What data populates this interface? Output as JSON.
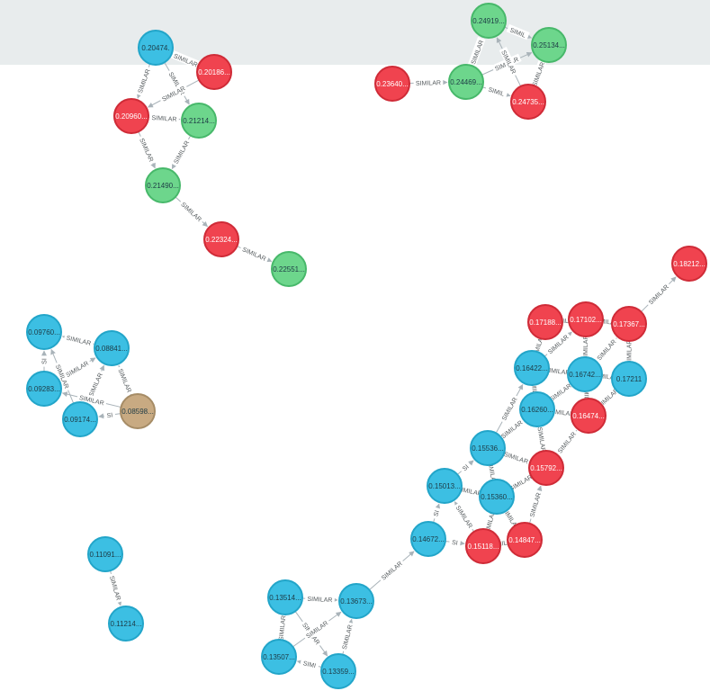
{
  "colors": {
    "blue_fill": "#3cbfe3",
    "blue_stroke": "#22a5c9",
    "red_fill": "#f0434f",
    "red_stroke": "#cf2b37",
    "green_fill": "#6dd68c",
    "green_stroke": "#47b86a",
    "tan_fill": "#c8aa82",
    "tan_stroke": "#a68c66",
    "top_band": "#e8eced"
  },
  "relationship_label": "SIMILAR",
  "nodes": [
    {
      "id": "n1",
      "label": "0.20474.",
      "color": "blue"
    },
    {
      "id": "n2",
      "label": "0.20186...",
      "color": "red"
    },
    {
      "id": "n3",
      "label": "0.20960...",
      "color": "red"
    },
    {
      "id": "n4",
      "label": "0.21214...",
      "color": "green"
    },
    {
      "id": "n5",
      "label": "0.21490...",
      "color": "green"
    },
    {
      "id": "n6",
      "label": "0.22324...",
      "color": "red"
    },
    {
      "id": "n7",
      "label": "0.22551...",
      "color": "green"
    },
    {
      "id": "n8",
      "label": "0.24919...",
      "color": "green"
    },
    {
      "id": "n9",
      "label": "0.25134...",
      "color": "green"
    },
    {
      "id": "n10",
      "label": "0.23640...",
      "color": "red"
    },
    {
      "id": "n11",
      "label": "0.24469...",
      "color": "green"
    },
    {
      "id": "n12",
      "label": "0.24735...",
      "color": "red"
    },
    {
      "id": "n13",
      "label": "0.18212...",
      "color": "red"
    },
    {
      "id": "n14",
      "label": "0.09760...",
      "color": "blue"
    },
    {
      "id": "n15",
      "label": "0.08841...",
      "color": "blue"
    },
    {
      "id": "n16",
      "label": "0.09283...",
      "color": "blue"
    },
    {
      "id": "n17",
      "label": "0.08598...",
      "color": "tan"
    },
    {
      "id": "n18",
      "label": "0.09174...",
      "color": "blue"
    },
    {
      "id": "n19",
      "label": "0.17188...",
      "color": "red"
    },
    {
      "id": "n20",
      "label": "0.17102...",
      "color": "red"
    },
    {
      "id": "n21",
      "label": "0.17367...",
      "color": "red"
    },
    {
      "id": "n22",
      "label": "0.16422...",
      "color": "blue"
    },
    {
      "id": "n23",
      "label": "0.16742...",
      "color": "blue"
    },
    {
      "id": "n24",
      "label": "0.17211",
      "color": "blue"
    },
    {
      "id": "n25",
      "label": "0.16260...",
      "color": "blue"
    },
    {
      "id": "n26",
      "label": "0.16474...",
      "color": "red"
    },
    {
      "id": "n27",
      "label": "0.15536...",
      "color": "blue"
    },
    {
      "id": "n28",
      "label": "0.15792...",
      "color": "red"
    },
    {
      "id": "n29",
      "label": "0.15013...",
      "color": "blue"
    },
    {
      "id": "n30",
      "label": "0.15360...",
      "color": "blue"
    },
    {
      "id": "n31",
      "label": "0.14672...",
      "color": "blue"
    },
    {
      "id": "n32",
      "label": "0.15118...",
      "color": "red"
    },
    {
      "id": "n33",
      "label": "0.14847...",
      "color": "red"
    },
    {
      "id": "n34",
      "label": "0.11091...",
      "color": "blue"
    },
    {
      "id": "n35",
      "label": "0.11214...",
      "color": "blue"
    },
    {
      "id": "n36",
      "label": "0.13514...",
      "color": "blue"
    },
    {
      "id": "n37",
      "label": "0.13673...",
      "color": "blue"
    },
    {
      "id": "n38",
      "label": "0.13507...",
      "color": "blue"
    },
    {
      "id": "n39",
      "label": "0.13359...",
      "color": "blue"
    }
  ],
  "edges": [
    {
      "from": "n2",
      "to": "n1",
      "label": "SIMILAR"
    },
    {
      "from": "n1",
      "to": "n3",
      "label": "SIMILAR"
    },
    {
      "from": "n1",
      "to": "n4",
      "label": "SIMILAR"
    },
    {
      "from": "n2",
      "to": "n3",
      "label": "SIMILAR"
    },
    {
      "from": "n3",
      "to": "n4",
      "label": "SIMILAR"
    },
    {
      "from": "n3",
      "to": "n5",
      "label": "SIMILAR"
    },
    {
      "from": "n4",
      "to": "n5",
      "label": "SIMILAR"
    },
    {
      "from": "n5",
      "to": "n6",
      "label": "SIMILAR"
    },
    {
      "from": "n6",
      "to": "n7",
      "label": "SIMILAR"
    },
    {
      "from": "n10",
      "to": "n11",
      "label": "SIMILAR"
    },
    {
      "from": "n11",
      "to": "n8",
      "label": "SIMILAR"
    },
    {
      "from": "n8",
      "to": "n9",
      "label": "SIMIL"
    },
    {
      "from": "n11",
      "to": "n9",
      "label": "SIMILAR"
    },
    {
      "from": "n11",
      "to": "n12",
      "label": "SIMIL"
    },
    {
      "from": "n12",
      "to": "n9",
      "label": "SIMILAR"
    },
    {
      "from": "n12",
      "to": "n8",
      "label": "SIMILAR"
    },
    {
      "from": "n21",
      "to": "n13",
      "label": "SIMILAR"
    },
    {
      "from": "n15",
      "to": "n14",
      "label": "SIMILAR"
    },
    {
      "from": "n16",
      "to": "n14",
      "label": "SI"
    },
    {
      "from": "n18",
      "to": "n15",
      "label": "SIMILAR"
    },
    {
      "from": "n16",
      "to": "n15",
      "label": "SIMILAR"
    },
    {
      "from": "n17",
      "to": "n16",
      "label": "SIMILAR"
    },
    {
      "from": "n17",
      "to": "n18",
      "label": "SI"
    },
    {
      "from": "n17",
      "to": "n15",
      "label": "SIMILAR"
    },
    {
      "from": "n18",
      "to": "n14",
      "label": "SIMILAR"
    },
    {
      "from": "n19",
      "to": "n20",
      "label": "SIMILAR"
    },
    {
      "from": "n20",
      "to": "n21",
      "label": "SIMILAR"
    },
    {
      "from": "n22",
      "to": "n19",
      "label": "SIMILAR"
    },
    {
      "from": "n22",
      "to": "n20",
      "label": "SIMILAR"
    },
    {
      "from": "n23",
      "to": "n20",
      "label": "SIMILAR"
    },
    {
      "from": "n23",
      "to": "n21",
      "label": "SIMILAR"
    },
    {
      "from": "n24",
      "to": "n21",
      "label": "SIMILAR"
    },
    {
      "from": "n23",
      "to": "n24",
      "label": "SIMILAR"
    },
    {
      "from": "n22",
      "to": "n23",
      "label": "SIMILAR"
    },
    {
      "from": "n25",
      "to": "n22",
      "label": "SIMILAR"
    },
    {
      "from": "n25",
      "to": "n23",
      "label": "SIMILAR"
    },
    {
      "from": "n26",
      "to": "n23",
      "label": "SIMILAR"
    },
    {
      "from": "n26",
      "to": "n24",
      "label": "SIMILAR"
    },
    {
      "from": "n25",
      "to": "n26",
      "label": "SIMILAR"
    },
    {
      "from": "n27",
      "to": "n22",
      "label": "SIMILAR"
    },
    {
      "from": "n27",
      "to": "n25",
      "label": "SIMILAR"
    },
    {
      "from": "n28",
      "to": "n25",
      "label": "SIMILAR"
    },
    {
      "from": "n28",
      "to": "n26",
      "label": "SIMILAR"
    },
    {
      "from": "n27",
      "to": "n28",
      "label": "SIMILAR"
    },
    {
      "from": "n29",
      "to": "n27",
      "label": "SI"
    },
    {
      "from": "n30",
      "to": "n27",
      "label": "SIMILAR"
    },
    {
      "from": "n30",
      "to": "n28",
      "label": "SIMILAR"
    },
    {
      "from": "n29",
      "to": "n30",
      "label": "SIMILAR"
    },
    {
      "from": "n31",
      "to": "n29",
      "label": "SI"
    },
    {
      "from": "n31",
      "to": "n32",
      "label": "SI"
    },
    {
      "from": "n32",
      "to": "n29",
      "label": "SIMILAR"
    },
    {
      "from": "n32",
      "to": "n30",
      "label": "SIMILAR"
    },
    {
      "from": "n33",
      "to": "n30",
      "label": "SIMILAR"
    },
    {
      "from": "n33",
      "to": "n28",
      "label": "SIMILAR"
    },
    {
      "from": "n32",
      "to": "n33",
      "label": "SIMILAR"
    },
    {
      "from": "n34",
      "to": "n35",
      "label": "SIMILAR"
    },
    {
      "from": "n36",
      "to": "n37",
      "label": "SIMILAR"
    },
    {
      "from": "n37",
      "to": "n31",
      "label": "SIMILAR"
    },
    {
      "from": "n38",
      "to": "n36",
      "label": "SIMILAR"
    },
    {
      "from": "n39",
      "to": "n38",
      "label": "SIMI"
    },
    {
      "from": "n39",
      "to": "n37",
      "label": "SIMILAR"
    },
    {
      "from": "n36",
      "to": "n39",
      "label": "SIMILAR"
    },
    {
      "from": "n38",
      "to": "n37",
      "label": "SIMILAR"
    }
  ]
}
